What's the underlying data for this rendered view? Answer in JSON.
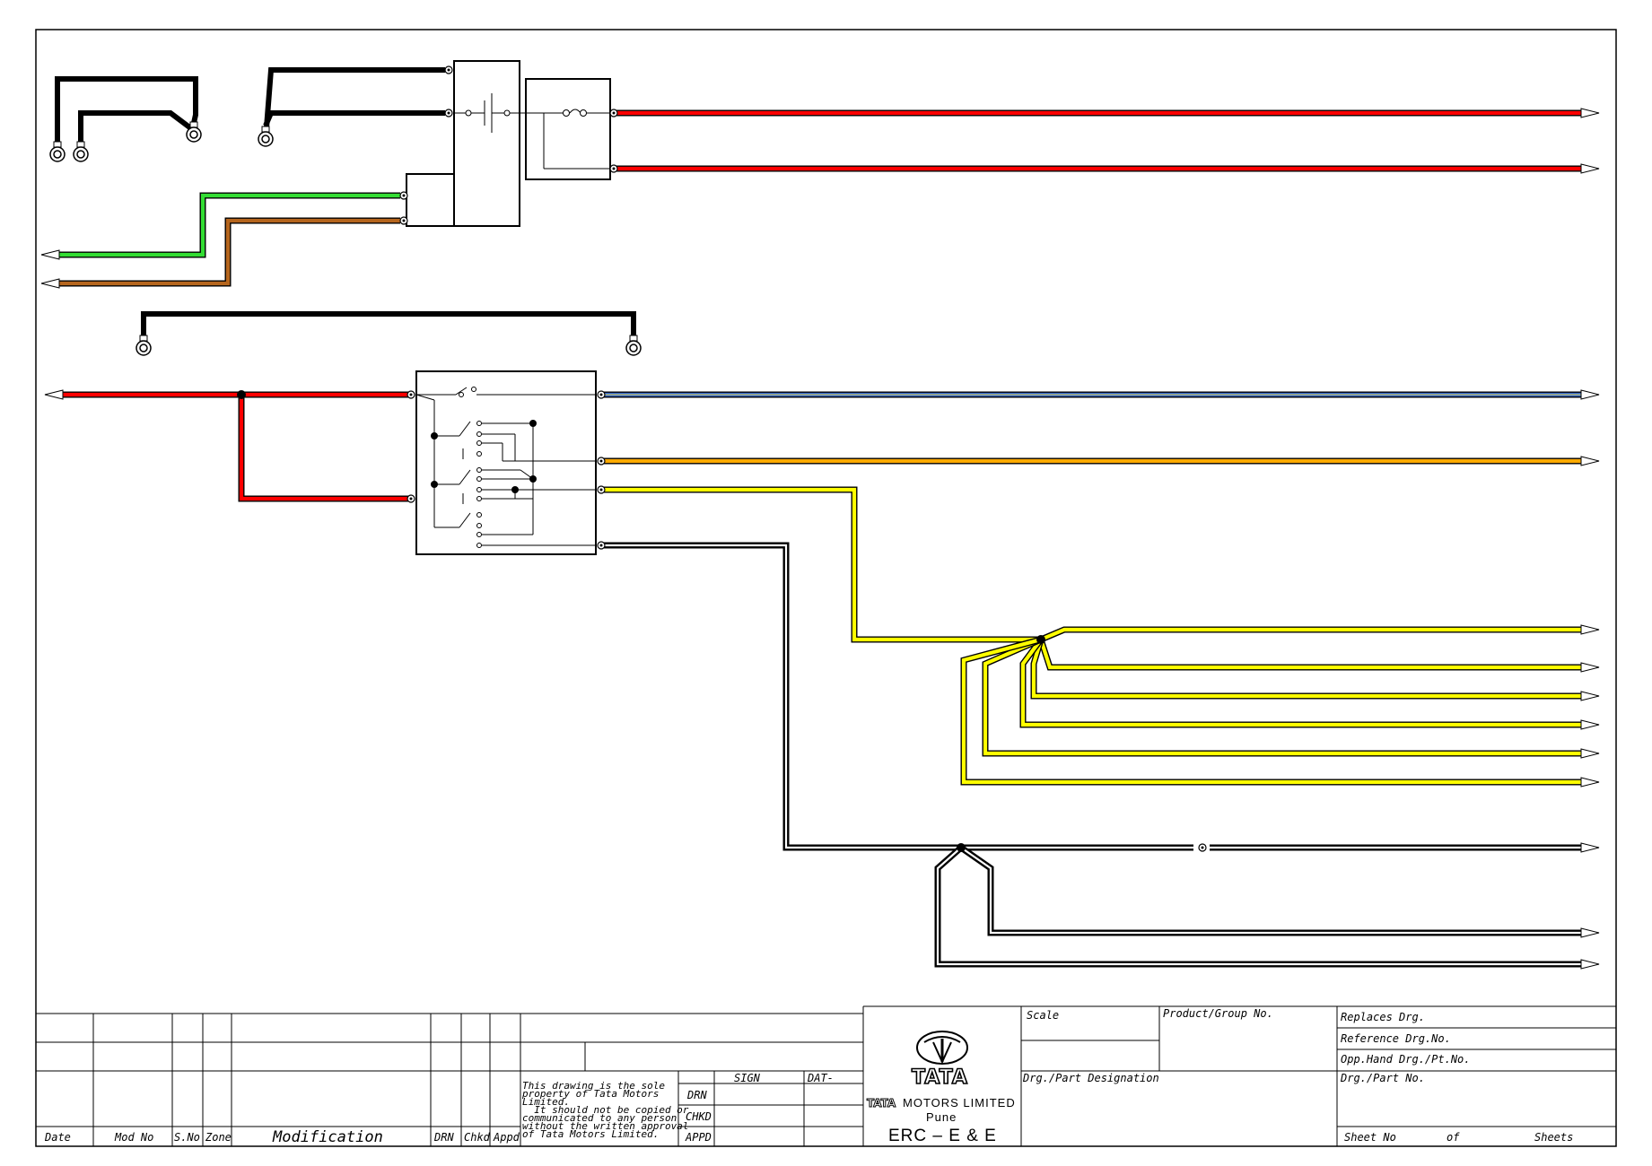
{
  "title_block": {
    "modification_headers": {
      "date": "Date",
      "mod_no": "Mod No",
      "s_no": "S.No",
      "zone": "Zone",
      "modification": "Modification",
      "drn": "DRN",
      "chkd": "Chkd",
      "appd": "Appd"
    },
    "property_notice": [
      "This drawing is the sole",
      "property of Tata Motors",
      "Limited.",
      "  It should not be copied or",
      "communicated to any person",
      "without the written approval",
      "of Tata Motors Limited."
    ],
    "approval": {
      "sign": "SIGN",
      "date": "DAT-",
      "rows": [
        "DRN",
        "CHKD",
        "APPD"
      ]
    },
    "company": {
      "logo_text": "TATA",
      "logo_small": "TATA",
      "name": "MOTORS LIMITED",
      "city": "Pune",
      "dept": "ERC – E & E"
    },
    "fields": {
      "scale": "Scale",
      "product_group": "Product/Group No.",
      "part_designation": "Drg./Part Designation",
      "replaces": "Replaces Drg.",
      "reference": "Reference Drg.No.",
      "opp_hand": "Opp.Hand Drg./Pt.No.",
      "part_no": "Drg./Part No.",
      "sheet_no": "Sheet No",
      "of": "of",
      "sheets": "Sheets"
    }
  },
  "wire_colors": {
    "red": "#ff0000",
    "black": "#000000",
    "green": "#33dd33",
    "brown": "#b5651d",
    "orange": "#ffaa00",
    "yellow": "#ffff00",
    "blue": "#3366cc"
  },
  "icons": [
    "ground-terminal-icon",
    "connector-pin-icon",
    "arrow-tip-icon",
    "battery-symbol-icon",
    "fuse-symbol-icon",
    "switch-contact-icon",
    "tata-logo-icon"
  ]
}
